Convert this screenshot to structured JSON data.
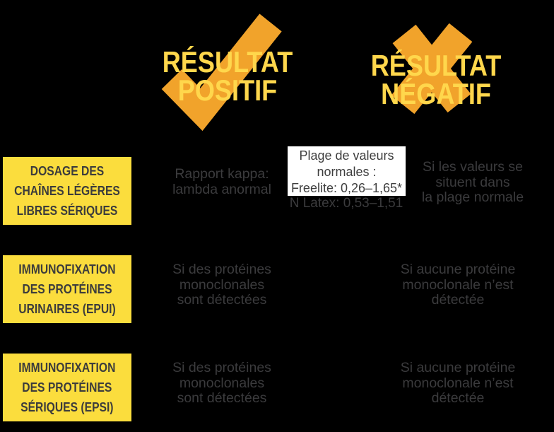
{
  "colors": {
    "yellow": "#FBDD3D",
    "headerYellow": "#FFD74C",
    "orange": "#F1A32B",
    "labelText": "#3C3C3C",
    "bodyText": "#3B3B3D",
    "noteBg": "#FFFFFF",
    "noteText": "#3E3E3E",
    "bg": "#000000"
  },
  "headers": {
    "positive": {
      "label": "RÉSULTAT\nPOSITIF",
      "icon": "check-icon"
    },
    "negative": {
      "label": "RÉSULTAT\nNÉGATIF",
      "icon": "cross-icon"
    }
  },
  "rows": [
    {
      "label": "DOSAGE DES\nCHAÎNES LÉGÈRES\nLIBRES SÉRIQUES",
      "positive": "Rapport kappa:\nlambda anormal",
      "negative": "Si les valeurs se\nsituent dans\nla plage normale"
    },
    {
      "label": "IMMUNOFIXATION\nDES PROTÉINES\nURINAIRES (EPUI)",
      "positive": "Si des protéines\nmonoclonales\nsont détectées",
      "negative": "Si aucune protéine\nmonoclonale n’est\ndétectée"
    },
    {
      "label": "IMMUNOFIXATION\nDES PROTÉINES\nSÉRIQUES (EPSI)",
      "positive": "Si des protéines\nmonoclonales\nsont détectées",
      "negative": "Si aucune protéine\nmonoclonale n’est\ndétectée"
    }
  ],
  "normal_range_note": {
    "text": "Plage de valeurs\nnormales :\nFreelite: 0,26–1,65*",
    "subtext": "N Latex: 0,53–1,51"
  }
}
